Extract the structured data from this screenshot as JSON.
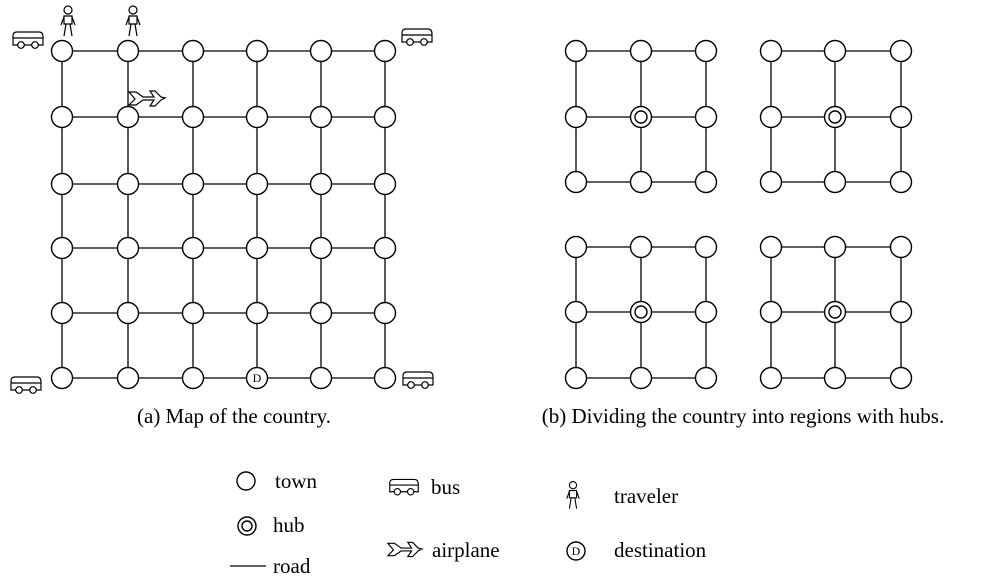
{
  "map_caption": "(a) Map of the country.",
  "regions_caption": "(b) Dividing the country into regions with hubs.",
  "destination_letter": "D",
  "legend": {
    "town": "town",
    "hub": "hub",
    "road": "road",
    "bus": "bus",
    "airplane": "airplane",
    "traveler": "traveler",
    "destination": "destination"
  }
}
